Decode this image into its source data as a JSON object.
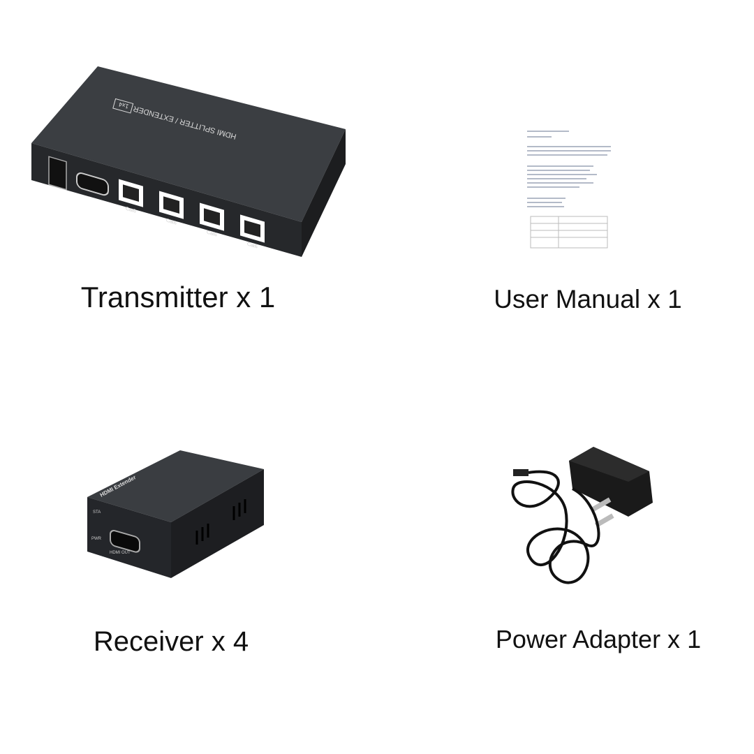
{
  "items": [
    {
      "label": "Transmitter x 1",
      "device_print": "HDMI SPLITTER / EXTENDER",
      "model_badge": "1x4",
      "port_label": "Cat6"
    },
    {
      "label": "User Manual x 1"
    },
    {
      "label": "Receiver x 4",
      "device_print": "HDMI Extender",
      "port_label": "HDMI OUT",
      "led_labels": [
        "STA",
        "PWR"
      ]
    },
    {
      "label": "Power Adapter x 1"
    }
  ],
  "colors": {
    "device_body": "#2b2d30",
    "device_top": "#3a3d41",
    "text": "#111111"
  }
}
